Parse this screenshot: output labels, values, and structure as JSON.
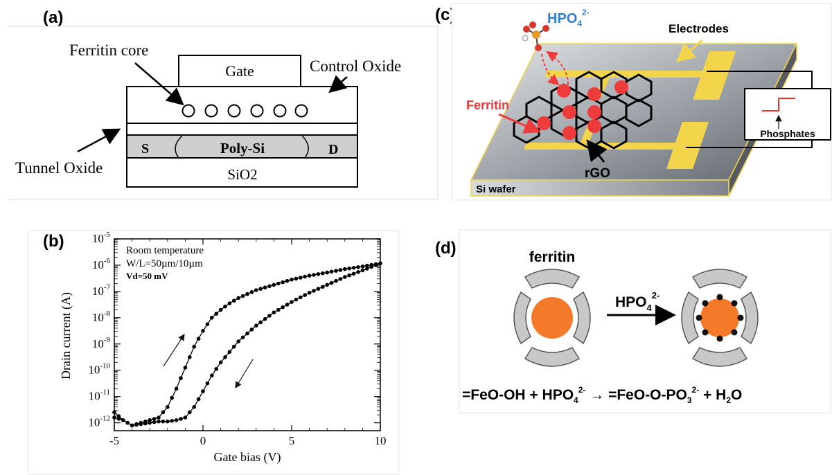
{
  "panels": {
    "a": {
      "label": "(a)",
      "ferritin_core": "Ferritin core",
      "gate": "Gate",
      "control_oxide": "Control Oxide",
      "source": "S",
      "poly_si": "Poly-Si",
      "drain": "D",
      "tunnel_oxide": "Tunnel Oxide",
      "sio2": "SiO2"
    },
    "b": {
      "label": "(b)",
      "legend_line1": "Room  temperature",
      "legend_line2": "W/L=50µm/10µm",
      "legend_line3": "Vd=50 mV"
    },
    "c": {
      "label": "(c)",
      "hpo4": "HPO",
      "hpo4_sub": "4",
      "hpo4_sup": "2-",
      "electrodes": "Electrodes",
      "ferritin": "Ferritin",
      "rgo": "rGO",
      "si_wafer": "Si wafer",
      "phosphates": "Phosphates"
    },
    "d": {
      "label": "(d)",
      "ferritin": "ferritin",
      "reagent": "HPO",
      "reagent_sub": "4",
      "reagent_sup": "2-",
      "eq_part1": "=FeO-OH + HPO",
      "eq_sub1": "4",
      "eq_sup1": "2-",
      "eq_arrow": "→",
      "eq_part2": " =FeO-O-PO",
      "eq_sub2": "3",
      "eq_sup2": "2-",
      "eq_part3": " + H",
      "eq_sub3": "2",
      "eq_part4": "O"
    }
  },
  "colors": {
    "electrode": "#f2d54a",
    "ferritin_red": "#ee3b3b",
    "hpo_blue": "#2f7fd6",
    "core_orange": "#f47a2a",
    "shell_gray": "#c8c8c8"
  },
  "chart_data": {
    "type": "line",
    "xlabel": "Gate bias  (V)",
    "ylabel": "Drain current  (A)",
    "xlim": [
      -5,
      10
    ],
    "ylim_log10": [
      -12.3,
      -5
    ],
    "x_ticks": [
      "-5",
      "0",
      "5",
      "10"
    ],
    "y_ticks": [
      {
        "base": "10",
        "exp": "-5"
      },
      {
        "base": "10",
        "exp": "-6"
      },
      {
        "base": "10",
        "exp": "-7"
      },
      {
        "base": "10",
        "exp": "-8"
      },
      {
        "base": "10",
        "exp": "-9"
      },
      {
        "base": "10",
        "exp": "-10"
      },
      {
        "base": "10",
        "exp": "-11"
      },
      {
        "base": "10",
        "exp": "-12"
      }
    ],
    "series": [
      {
        "sweep": "forward",
        "x": [
          -5,
          -4.5,
          -4,
          -3.5,
          -3,
          -2.5,
          -2,
          -1.5,
          -1,
          -0.5,
          0,
          0.5,
          1,
          1.5,
          2,
          3,
          4,
          5,
          6,
          7,
          8,
          9,
          10
        ],
        "log10_current": [
          -11.6,
          -11.9,
          -12.1,
          -12.0,
          -11.9,
          -11.8,
          -11.4,
          -10.7,
          -9.9,
          -9.1,
          -8.5,
          -8.0,
          -7.7,
          -7.45,
          -7.25,
          -6.95,
          -6.75,
          -6.55,
          -6.4,
          -6.28,
          -6.15,
          -6.05,
          -5.93
        ]
      },
      {
        "sweep": "reverse",
        "x": [
          10,
          9,
          8,
          7,
          6,
          5,
          4,
          3,
          2,
          1,
          0.5,
          0,
          -0.5,
          -1,
          -1.5,
          -2,
          -2.5,
          -3,
          -3.5,
          -4,
          -4.5,
          -5
        ],
        "log10_current": [
          -5.93,
          -6.2,
          -6.45,
          -6.75,
          -7.05,
          -7.4,
          -7.8,
          -8.3,
          -8.9,
          -9.7,
          -10.2,
          -10.8,
          -11.4,
          -11.8,
          -11.9,
          -11.95,
          -11.95,
          -12.0,
          -12.05,
          -12.1,
          -11.9,
          -11.8
        ]
      }
    ],
    "annotations": [
      "forward-sweep-arrow",
      "reverse-sweep-arrow"
    ]
  }
}
